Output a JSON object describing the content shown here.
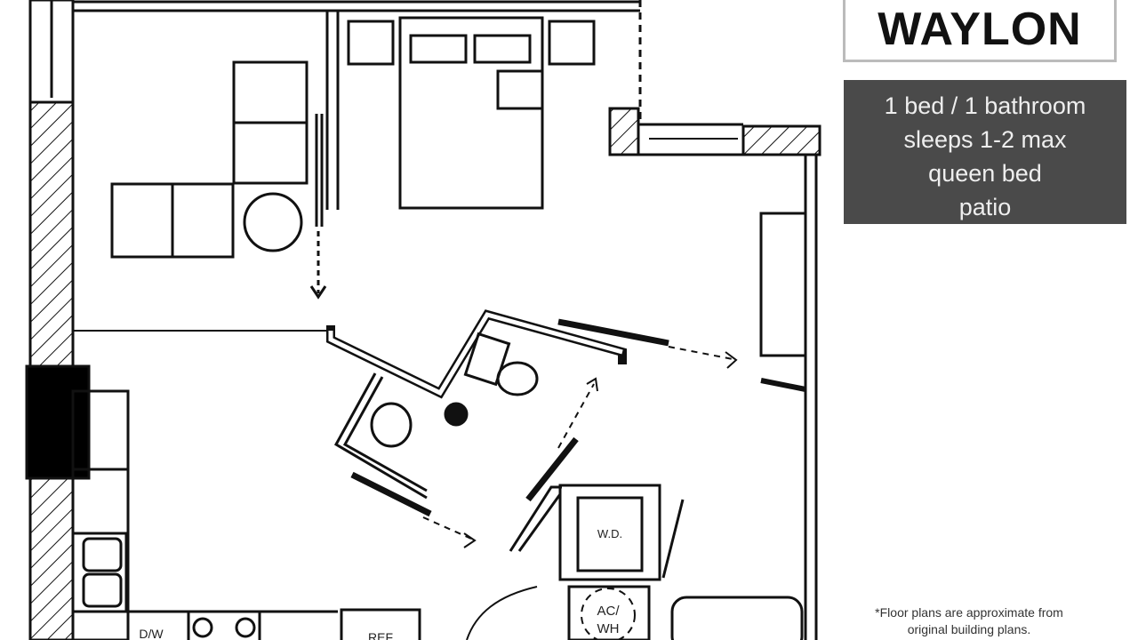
{
  "title": "WAYLON",
  "info": [
    "1 bed / 1 bathroom",
    "sleeps 1-2 max",
    "queen bed",
    "patio"
  ],
  "footnote": [
    "*Floor plans are approximate from",
    "original building plans."
  ],
  "plan_labels": {
    "washer_dryer": "W.D.",
    "ac_wh_1": "AC/",
    "ac_wh_2": "WH",
    "dishwasher": "D/W",
    "fridge": "REF"
  }
}
